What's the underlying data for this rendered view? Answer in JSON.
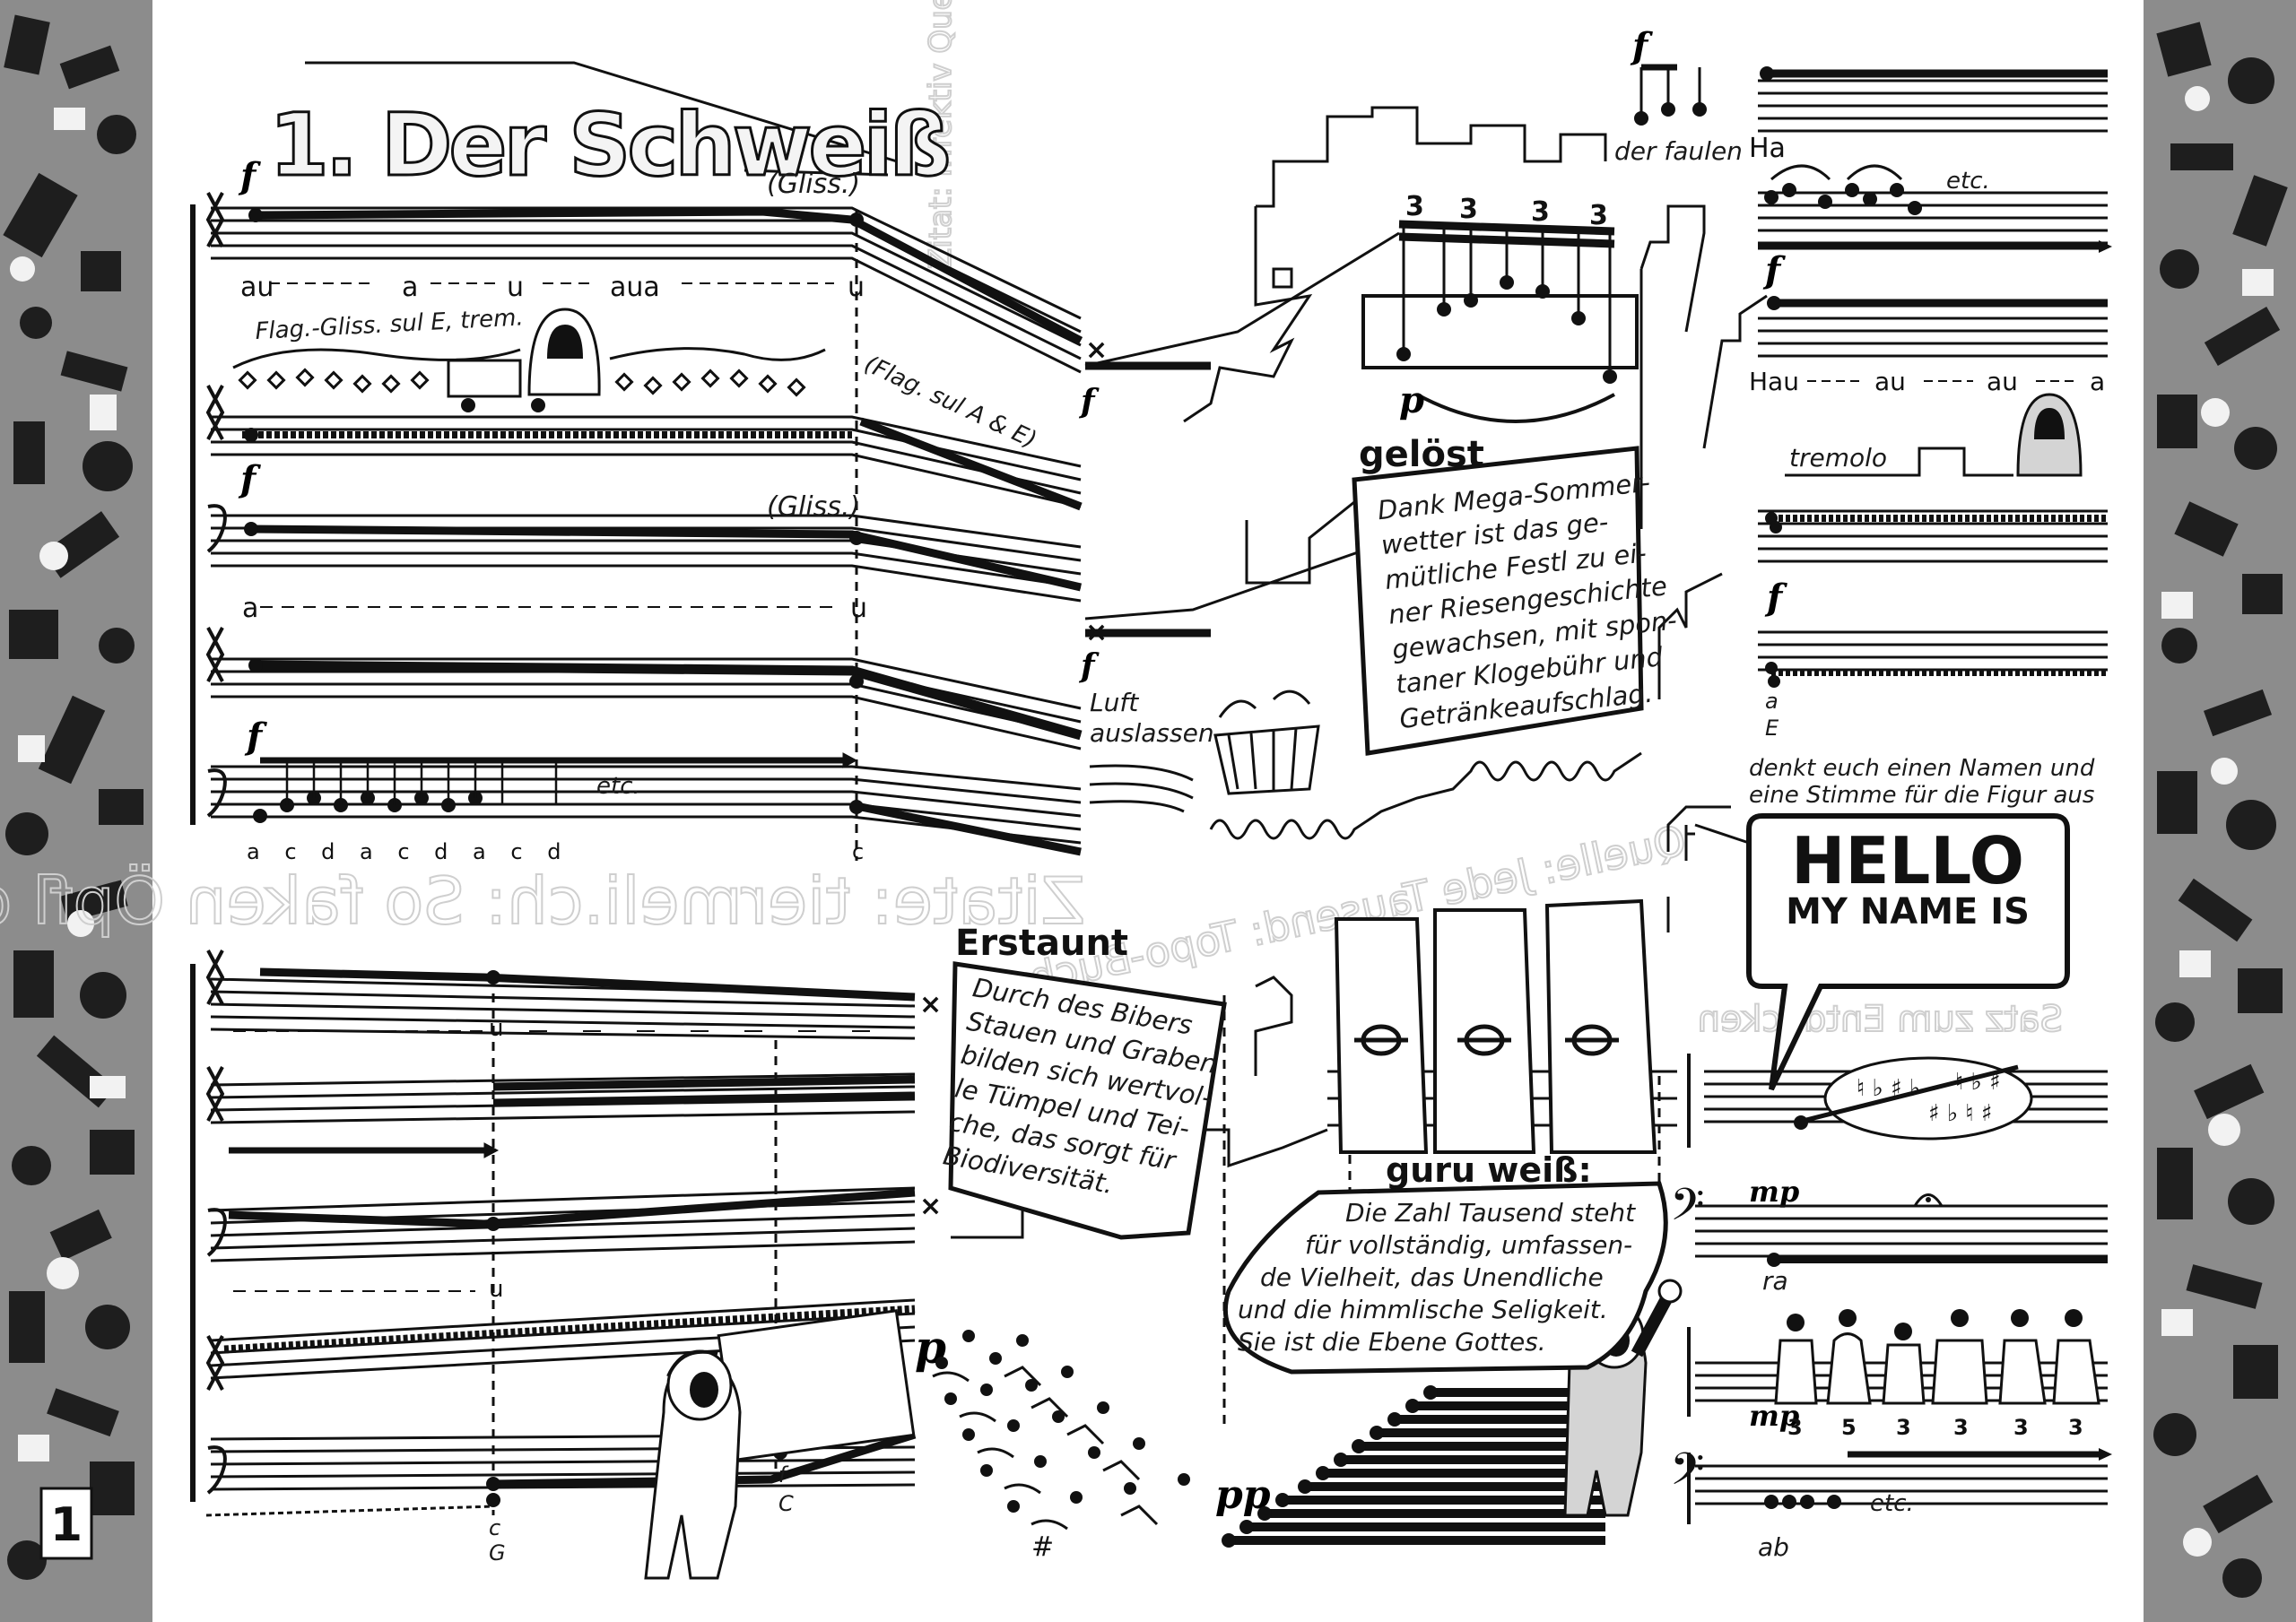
{
  "page_number": "1",
  "title": "1. Der Schweiß",
  "dynamics": {
    "forte": "f",
    "piano": "p",
    "pianissimo": "pp",
    "mezzopiano": "mp"
  },
  "score_top": {
    "gliss_1": "(Gliss.)",
    "gliss_2": "(Gliss.)",
    "vowels_1": [
      "au",
      "a",
      "u",
      "aua",
      "u"
    ],
    "vowels_2": [
      "a",
      "u"
    ],
    "flag_gliss_e": "Flag.-Gliss. sul E, trem.",
    "flag_sul_ae": "(Flag. sul A & E)",
    "etc": "etc.",
    "note_names": "a c d a c d a c d",
    "note_c": "c",
    "luft_line1": "Luft",
    "luft_line2": "auslassen"
  },
  "score_bottom": {
    "vowel_u": "u",
    "labels_fc_f": "f",
    "labels_fc_c": "C",
    "labels_cg_c": "c",
    "labels_cg_g": "G"
  },
  "ghost_texts": {
    "mirrored_1": "Zitate: tiermeli.ch: So faken Öpfl den Biber",
    "mirrored_2": "Quelle: Jede Tausend: Topo-Buch.de",
    "mirrored_3": "Satz zum Entdecken",
    "vertical": "Zitat: Infektiv Quelle: Sommerwetter"
  },
  "geloest": {
    "heading": "gelöst",
    "lines": [
      "Dank Mega-Sommer-",
      "wetter ist das ge-",
      "mütliche Festl zu ei-",
      "ner Riesengeschichte",
      "gewachsen, mit spon-",
      "taner Klogebühr und",
      "Getränkeaufschlag."
    ]
  },
  "erstaunt": {
    "heading": "Erstaunt",
    "lines": [
      "Durch des Bibers",
      "Stauen und Graben",
      "bilden sich wertvol-",
      "le Tümpel und Tei-",
      "che, das sorgt für",
      "Biodiversität."
    ]
  },
  "guru": {
    "heading": "guru weiß:",
    "lines": [
      "Die Zahl Tausend steht",
      "für vollständig, umfassen-",
      "de Vielheit, das Unendliche",
      "und die himmlische Seligkeit.",
      "Sie ist die Ebene Gottes."
    ]
  },
  "right_score": {
    "der_faulen": "der faulen",
    "ha": "Ha",
    "etc": "etc.",
    "hau_sequence": [
      "Hau",
      "au",
      "au",
      "a"
    ],
    "tremolo": "tremolo",
    "a_label": "a",
    "e_label": "E",
    "denkt_line1": "denkt euch einen Namen und",
    "denkt_line2": "eine Stimme für die Figur aus",
    "hello": "HELLO",
    "my_name_is": "MY NAME IS",
    "ra": "ra",
    "ab": "ab",
    "etc2": "etc.",
    "tuplets": [
      "3",
      "5",
      "3",
      "3",
      "3",
      "3"
    ]
  },
  "triplet_3": "3"
}
